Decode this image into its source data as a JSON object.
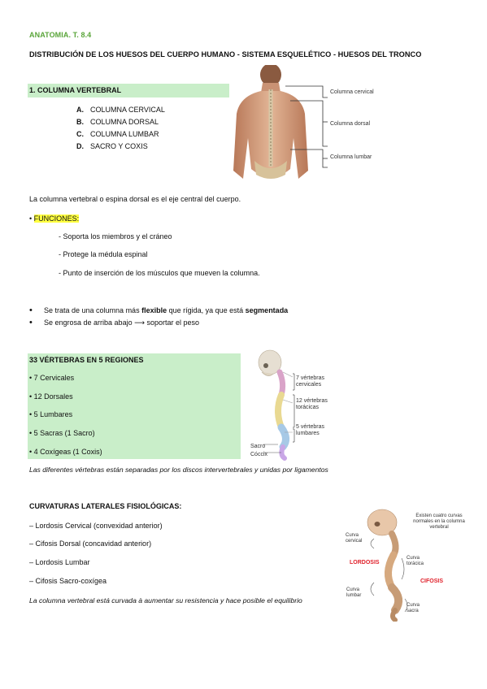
{
  "header": {
    "subject": "ANATOMIA. T. 8.4",
    "title": "DISTRIBUCIÓN DE LOS HUESOS DEL CUERPO HUMANO - SISTEMA ESQUELÉTICO - HUESOS DEL TRONCO"
  },
  "section1": {
    "title": "1. COLUMNA VERTEBRAL",
    "items": [
      {
        "letter": "A.",
        "text": "COLUMNA CERVICAL"
      },
      {
        "letter": "B.",
        "text": "COLUMNA DORSAL"
      },
      {
        "letter": "C.",
        "text": "COLUMNA LUMBAR"
      },
      {
        "letter": "D.",
        "text": "SACRO Y COXIS"
      }
    ],
    "figure_labels": [
      "Columna cervical",
      "Columna dorsal",
      "Columna lumbar"
    ]
  },
  "intro": "La columna vertebral o espina dorsal es el eje central del cuerpo.",
  "functions": {
    "bullet": "•",
    "title": "FUNCIONES:",
    "items": [
      "- Soporta los miembros y el cráneo",
      "- Protege la médula espinal",
      "- Punto de inserción de los músculos que mueven la columna."
    ]
  },
  "bullets": {
    "b1_pre": "Se trata de una columna más ",
    "b1_bold1": "flexible",
    "b1_mid": " que rígida, ya que está ",
    "b1_bold2": "segmentada",
    "b2_pre": "Se engrosa de arriba abajo ",
    "b2_arrow": "⟶",
    "b2_post": " soportar el peso"
  },
  "regions": {
    "title": "33 VÉRTEBRAS EN 5 REGIONES",
    "items": [
      "• 7 Cervicales",
      "• 12 Dorsales",
      "• 5 Lumbares",
      "• 5 Sacras (1 Sacro)",
      "• 4 Coxígeas (1 Coxis)"
    ],
    "figure_labels": {
      "cervical": "7 vértebras cervicales",
      "thoracic": "12 vértebras torácicas",
      "lumbar": "5 vértebras lumbares",
      "sacro": "Sacro",
      "coccix": "Cóccix"
    },
    "note": "Las diferentes vértebras están separadas por los discos intervertebrales y unidas por ligamentos"
  },
  "curvatures": {
    "title": "CURVATURAS LATERALES FISIOLÓGICAS:",
    "items": [
      "– Lordosis Cervical (convexidad anterior)",
      "– Cifosis Dorsal (concavidad anterior)",
      "– Lordosis Lumbar",
      "– Cifosis Sacro-coxígea"
    ],
    "note": "La columna vertebral está curvada à aumentar su resistencia y hace posible el equilibrio",
    "figure_labels": {
      "top": "Existen cuatro curvas normales en la columna vertebral",
      "cervical": "Curva cervical",
      "toracica": "Curva torácica",
      "lumbar": "Curva lumbar",
      "sacra": "Curva sacra",
      "lordosis": "LORDOSIS",
      "cifosis": "CIFOSIS"
    }
  },
  "colors": {
    "band": "#c9eec9",
    "highlight": "#ffff40",
    "subject": "#5aa53a",
    "red_label": "#e0202a"
  }
}
